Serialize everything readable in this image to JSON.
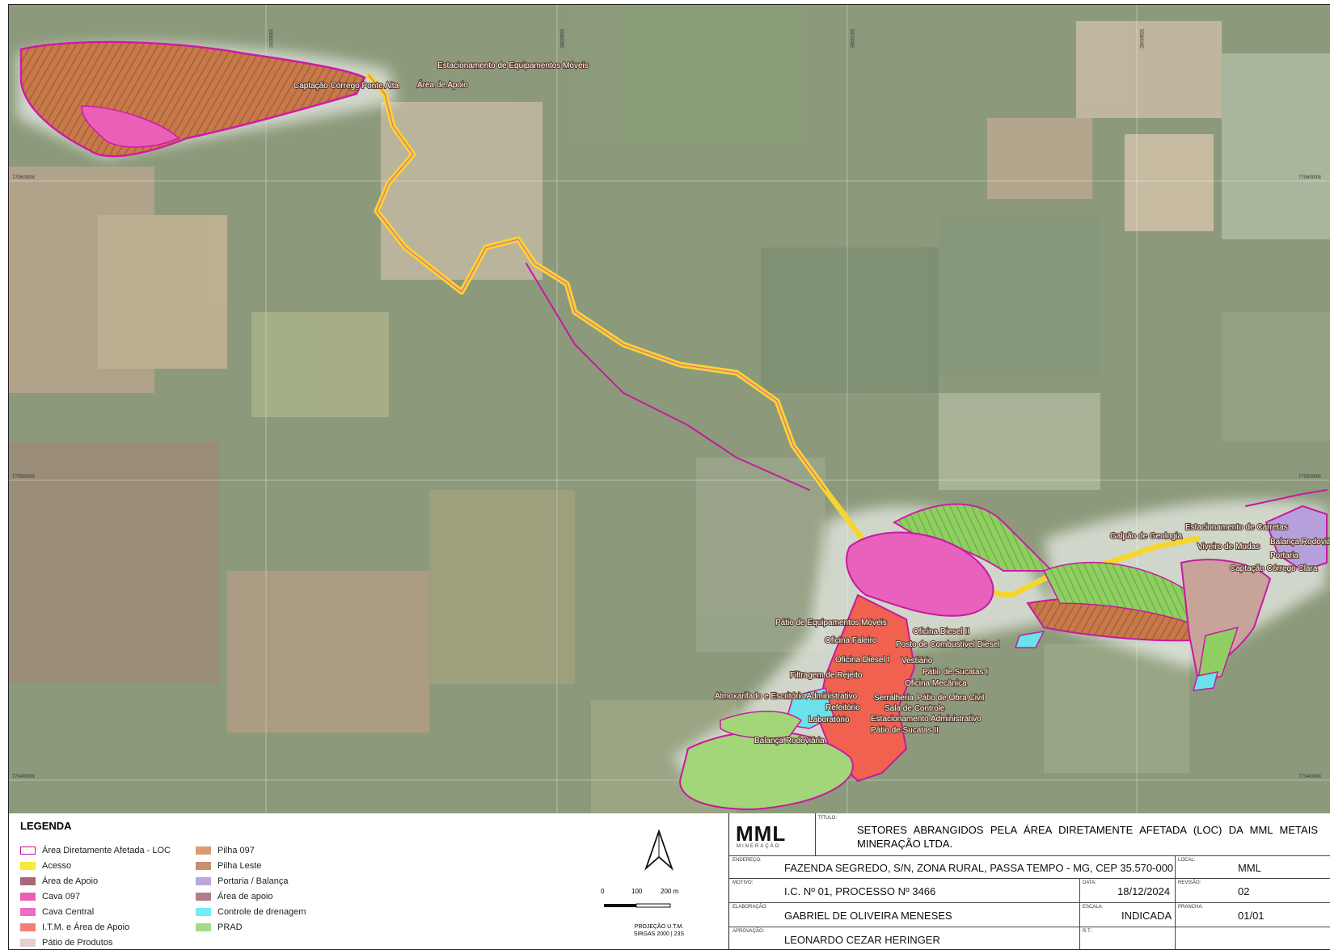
{
  "map": {
    "labels": {
      "captacao_ponte_alta": "Captação Córrego Ponte Alta",
      "estacionamento_equip": "Estacionamento de Equipamentos Móveis",
      "area_apoio": "Área de Apoio",
      "galpao_geologia": "Galpão de Geologia",
      "estacionamento_carretas": "Estacionamento de Carretas",
      "viveiro_mudas": "Viveiro de Mudas",
      "balanca_rodoviaria_e": "Balança Rodoviária",
      "portaria": "Portaria",
      "captacao_clara": "Captação Córrego Clara",
      "patio_equipamentos": "Pátio de Equipamentos Móveis",
      "oficina_diesel_ii": "Oficina Diesel II",
      "oficina_faleiro": "Oficina Faleiro",
      "posto_combustivel": "Posto de Combustível Diesel",
      "oficina_diesel_i": "Oficina Diesel I",
      "vestiario": "Vestiário",
      "patio_sucatas_i": "Pátio de Sucatas I",
      "filtragem_rejeito": "Filtragem de Rejeito",
      "oficina_mecanica": "Oficina Mecânica",
      "almoxarifado": "Almoxarifado e Escritório Administrativo",
      "serralheria": "Serralheria",
      "patio_obra_civil": "Pátio de Obra Civil",
      "refeitorio": "Refeitório",
      "sala_controle": "Sala de Controle",
      "laboratorio": "Laboratório",
      "estacionamento_adm": "Estacionamento Administrativo",
      "patio_sucatas_ii": "Pátio de Sucatas II",
      "balanca_rodoviaria_s": "Balança Rodoviária"
    },
    "grid": {
      "x": [
        "555000E",
        "556000E",
        "557000E",
        "558000E"
      ],
      "y": [
        "7706000N",
        "7705000N",
        "7704000N"
      ]
    }
  },
  "legend": {
    "title": "LEGENDA",
    "items": [
      {
        "label": "Área Diretamente Afetada - LOC",
        "color": "#c0189e",
        "outline": true
      },
      {
        "label": "Acesso",
        "color": "#f5e93a"
      },
      {
        "label": "Área de Apoio",
        "color": "#a8687a"
      },
      {
        "label": "Cava 097",
        "color": "#e862b2"
      },
      {
        "label": "Cava Central",
        "color": "#ec6ec0"
      },
      {
        "label": "I.T.M. e Área de Apoio",
        "color": "#f27f73"
      },
      {
        "label": "Pátio de Produtos",
        "color": "#e7cdcf"
      },
      {
        "label": "Pilha 097",
        "color": "#d99a74"
      },
      {
        "label": "Pilha Leste",
        "color": "#c98f73"
      },
      {
        "label": "Portaria / Balança",
        "color": "#b9a6dc"
      },
      {
        "label": "Área de apoio",
        "color": "#b27c8c"
      },
      {
        "label": "Controle de drenagem",
        "color": "#74ecf3"
      },
      {
        "label": "PRAD",
        "color": "#a6d98a"
      }
    ]
  },
  "scale": {
    "ticks": [
      "0",
      "100",
      "200 m"
    ],
    "projection": "PROJEÇÃO U.T.M.",
    "datum": "SIRGAS 2000 | 23S"
  },
  "titleblock": {
    "logo_text": "MML",
    "logo_sub": "MINERAÇÃO",
    "titulo_label": "TÍTULO:",
    "titulo": "SETORES ABRANGIDOS PELA ÁREA DIRETAMENTE AFETADA (LOC) DA MML METAIS MINERAÇÃO LTDA.",
    "endereco_label": "ENDEREÇO:",
    "endereco": "FAZENDA SEGREDO, S/N, ZONA RURAL, PASSA TEMPO - MG, CEP 35.570-000",
    "local_label": "LOCAL:",
    "local": "MML",
    "motivo_label": "MOTIVO:",
    "motivo": "I.C. Nº 01, PROCESSO Nº 3466",
    "data_label": "DATA:",
    "data": "18/12/2024",
    "revisao_label": "REVISÃO:",
    "revisao": "02",
    "elaboracao_label": "ELABORAÇÃO:",
    "elaboracao": "GABRIEL DE OLIVEIRA MENESES",
    "escala_label": "ESCALA:",
    "escala": "INDICADA",
    "prancha_label": "PRANCHA:",
    "prancha": "01/01",
    "aprovacao_label": "APROVAÇÃO:",
    "aprovacao": "LEONARDO CEZAR HERINGER",
    "rt_label": "R.T.:"
  }
}
